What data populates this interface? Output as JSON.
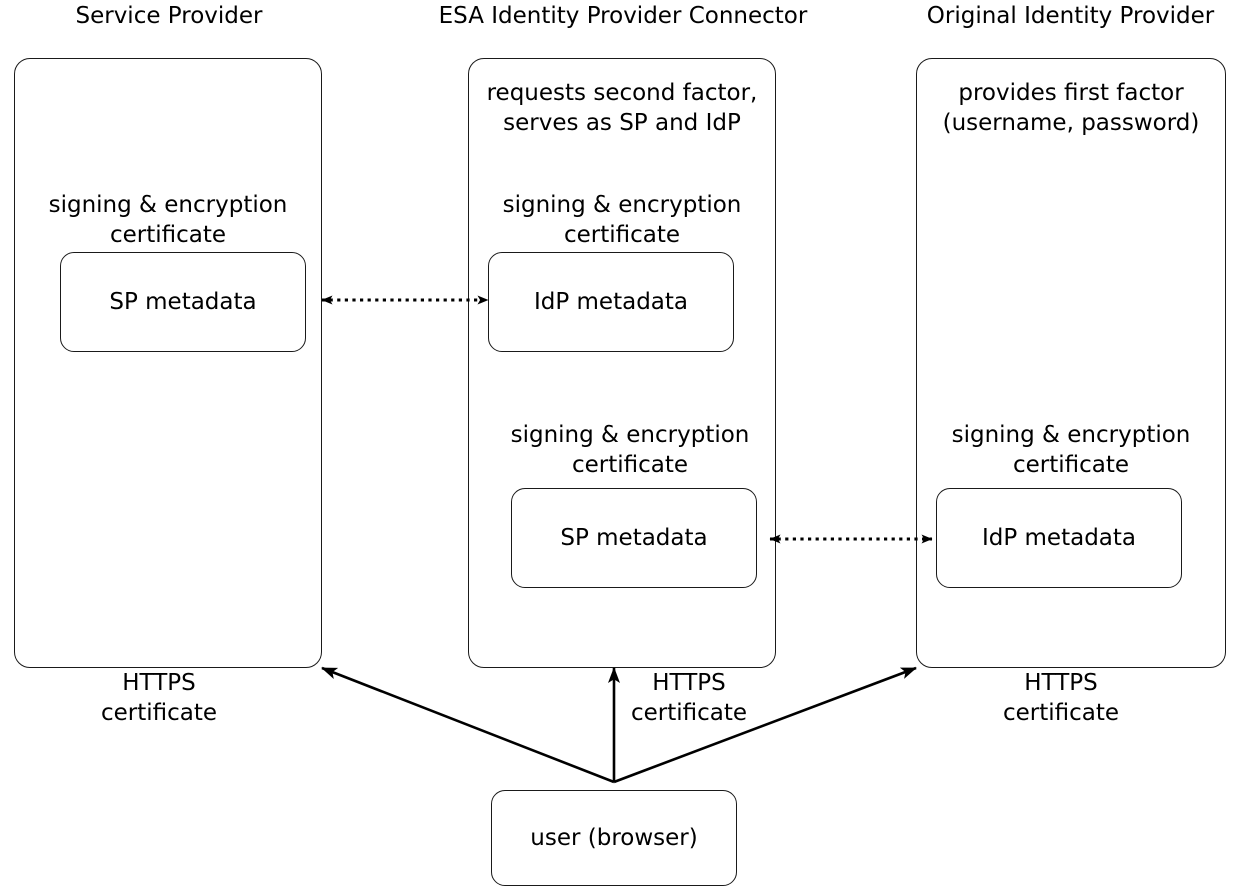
{
  "diagram": {
    "title_row": [
      {
        "id": "service-provider",
        "label": "Service Provider"
      },
      {
        "id": "esa-connector",
        "label": "ESA Identity Provider Connector"
      },
      {
        "id": "original-idp",
        "label": "Original Identity Provider"
      }
    ],
    "columns": [
      {
        "id": "service-provider",
        "notes": [],
        "cert_labels": [
          {
            "id": "sp-cert-1",
            "text": "signing & encryption\ncertificate"
          }
        ],
        "metadata_boxes": [
          {
            "id": "sp-metadata-left",
            "label": "SP metadata"
          }
        ],
        "https": {
          "id": "https-cert-left",
          "text": "HTTPS\ncertificate"
        }
      },
      {
        "id": "esa-connector",
        "notes": [
          {
            "id": "esa-role-note",
            "text": "requests second factor,\nserves as SP and IdP"
          }
        ],
        "cert_labels": [
          {
            "id": "esa-cert-1",
            "text": "signing & encryption\ncertificate"
          },
          {
            "id": "esa-cert-2",
            "text": "signing & encryption\ncertificate"
          }
        ],
        "metadata_boxes": [
          {
            "id": "idp-metadata-middle",
            "label": "IdP metadata"
          },
          {
            "id": "sp-metadata-middle",
            "label": "SP metadata"
          }
        ],
        "https": {
          "id": "https-cert-middle",
          "text": "HTTPS\ncertificate"
        }
      },
      {
        "id": "original-idp",
        "notes": [
          {
            "id": "idp-first-factor-note",
            "text": "provides first factor\n(username, password)"
          }
        ],
        "cert_labels": [
          {
            "id": "idp-cert-1",
            "text": "signing & encryption\ncertificate"
          }
        ],
        "metadata_boxes": [
          {
            "id": "idp-metadata-right",
            "label": "IdP metadata"
          }
        ],
        "https": {
          "id": "https-cert-right",
          "text": "HTTPS\ncertificate"
        }
      }
    ],
    "actor": {
      "id": "user-browser",
      "label": "user (browser)"
    },
    "connections": [
      {
        "id": "sp-to-idp-metadata-upper",
        "from": "sp-metadata-left",
        "to": "idp-metadata-middle",
        "style": "dotted",
        "arrows": "both"
      },
      {
        "id": "sp-to-idp-metadata-lower",
        "from": "sp-metadata-middle",
        "to": "idp-metadata-right",
        "style": "dotted",
        "arrows": "both"
      },
      {
        "id": "user-to-service-provider",
        "from": "user-browser",
        "to": "service-provider",
        "style": "solid",
        "arrows": "end"
      },
      {
        "id": "user-to-esa-connector",
        "from": "user-browser",
        "to": "esa-connector",
        "style": "solid",
        "arrows": "end"
      },
      {
        "id": "user-to-original-idp",
        "from": "user-browser",
        "to": "original-idp",
        "style": "solid",
        "arrows": "end"
      }
    ],
    "colors": {
      "stroke": "#1a1a1a",
      "background": "#ffffff",
      "text": "#000000"
    }
  }
}
